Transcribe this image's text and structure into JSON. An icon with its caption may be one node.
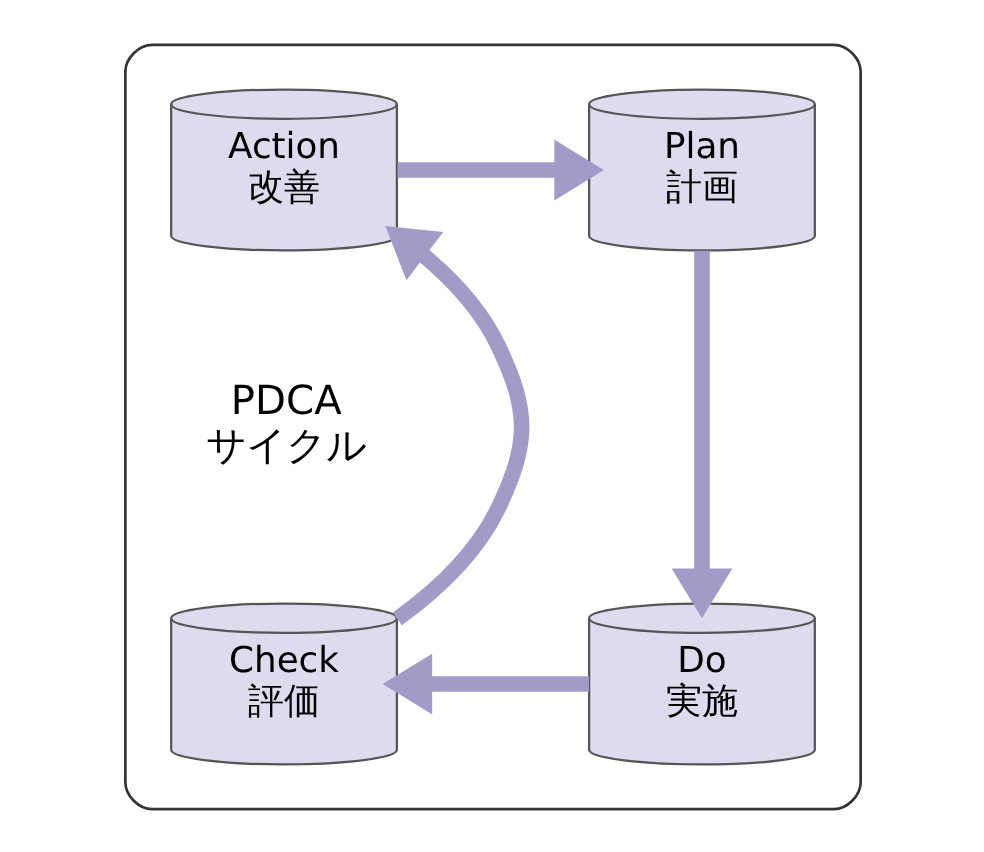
{
  "diagram": {
    "nodes": [
      {
        "text": [],
        "shape": "box"
      },
      {
        "text": [
          "Action 改善"
        ],
        "in": 0
      },
      {
        "text": [
          "Plan 計画"
        ],
        "in": 0
      },
      {
        "text": [
          "Check 評価"
        ],
        "in": 0
      },
      {
        "text": [
          "Do 実施"
        ],
        "in": 0
      }
    ],
    "edges": [
      {
        "from": 1,
        "to": 2,
        "arrow": "to"
      },
      {
        "from": 2,
        "to": 4,
        "arrow": "to"
      },
      {
        "from": 4,
        "to": 3,
        "arrow": "to"
      },
      {
        "from": 3,
        "to": 1,
        "arrow": "to"
      }
    ],
    "labels": [
      "PDCA サイクル"
    ]
  }
}
